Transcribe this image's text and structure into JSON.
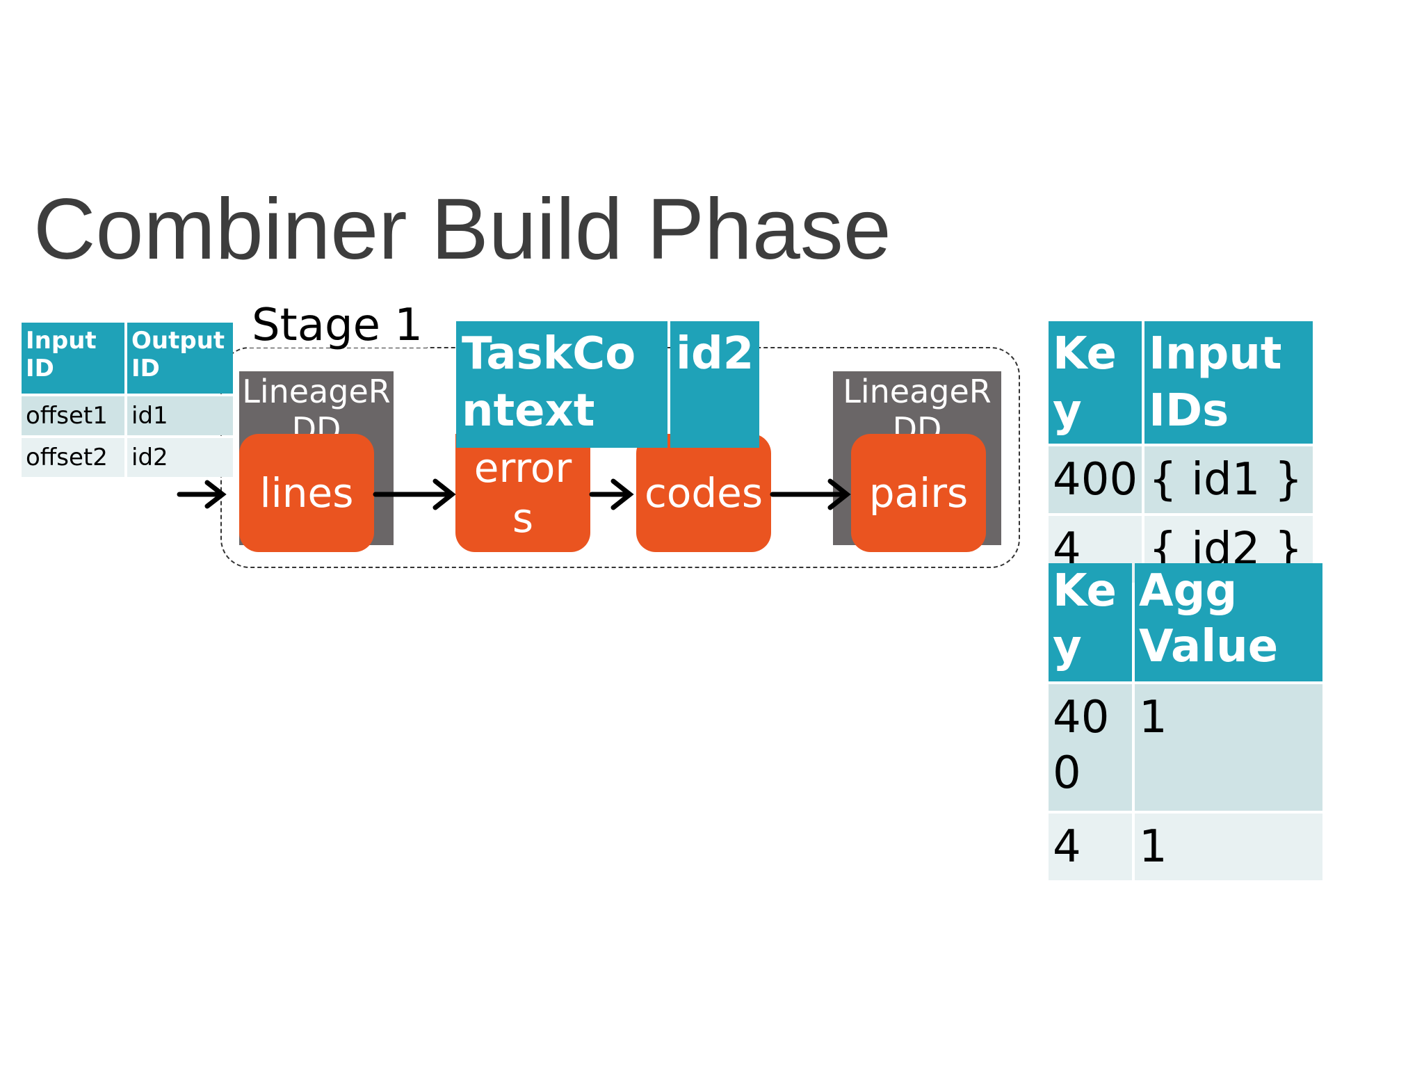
{
  "title": "Combiner Build Phase",
  "stage_label": "Stage 1",
  "lineage_left": "LineageRDD",
  "lineage_right": "LineageRDD",
  "nodes": {
    "lines": "lines",
    "errors": "errors",
    "codes": "codes",
    "pairs": "pairs"
  },
  "input_table": {
    "headers": [
      "Input ID",
      "Output ID"
    ],
    "rows": [
      [
        "offset1",
        "id1"
      ],
      [
        "offset2",
        "id2"
      ]
    ]
  },
  "task_context": {
    "label": "TaskContext",
    "value": "id2"
  },
  "key_input_table": {
    "headers": [
      "Key",
      "Input IDs"
    ],
    "rows": [
      [
        "400",
        "{ id1 }"
      ],
      [
        "4",
        "{ id2 }"
      ]
    ]
  },
  "key_agg_table": {
    "headers": [
      "Key",
      "Agg Value"
    ],
    "rows": [
      [
        "400",
        "1"
      ],
      [
        "4",
        "1"
      ]
    ]
  },
  "colors": {
    "teal": "#1fa2b8",
    "orange": "#ea5420",
    "gray": "#6a6667"
  }
}
